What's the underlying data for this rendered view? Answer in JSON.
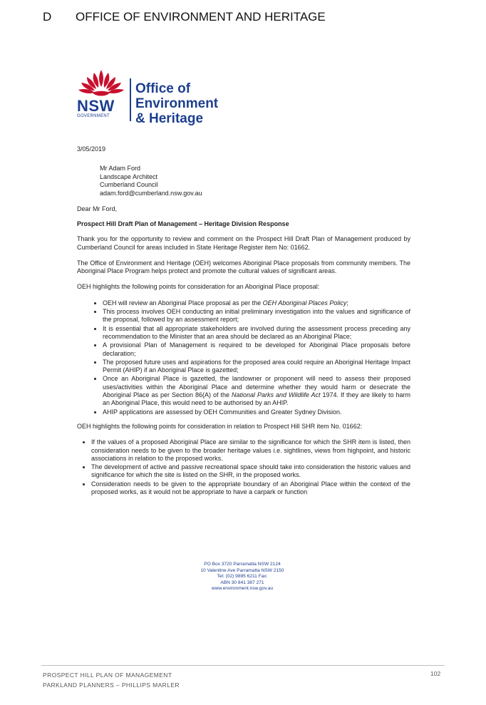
{
  "header": {
    "section_letter": "D",
    "section_title": "OFFICE OF ENVIRONMENT AND HERITAGE"
  },
  "logo": {
    "nsw": "NSW",
    "government": "GOVERNMENT",
    "line1": "Office of",
    "line2": "Environment",
    "line3": "& Heritage",
    "brand_colors": {
      "waratah": "#c8102e",
      "navy": "#1d3f8f"
    }
  },
  "letter": {
    "date": "3/05/2019",
    "recipient": [
      "Mr Adam Ford",
      "Landscape Architect",
      "Cumberland Council",
      "adam.ford@cumberland.nsw.gov.au"
    ],
    "salutation": "Dear Mr Ford,",
    "subject": "Prospect Hill Draft Plan of Management – Heritage Division Response",
    "para1": "Thank you for the opportunity to review and comment on the Prospect Hill Draft Plan of Management produced by Cumberland Council for areas included in State Heritage Register item No: 01662.",
    "para2": "The Office of Environment and Heritage (OEH) welcomes Aboriginal Place proposals from community members. The Aboriginal Place Program helps protect and promote the cultural values of significant areas.",
    "para3": "OEH highlights the following points for consideration for an Aboriginal Place proposal:",
    "bullet1_pre": "OEH will review an Aboriginal Place proposal as per the ",
    "bullet1_em": "OEH Aboriginal Places Policy",
    "bullet1_post": ";",
    "bullet2": "This process involves OEH conducting an initial preliminary investigation into the values and significance of the proposal, followed by an assessment report;",
    "bullet3": "It is essential that all appropriate stakeholders are involved during the assessment process preceding any recommendation to the Minister that an area should be declared as an Aboriginal Place;",
    "bullet4": "A provisional Plan of Management is required to be developed for Aboriginal Place proposals before declaration;",
    "bullet5": "The proposed future uses and aspirations for the proposed area could require an Aboriginal Heritage Impact Permit (AHIP) if an Aboriginal Place is gazetted;",
    "bullet6_pre": "Once an Aboriginal Place is gazetted, the landowner or proponent will need to assess their proposed uses/activities within the Aboriginal Place and determine whether they would harm or desecrate the Aboriginal Place as per Section 86(A) of the ",
    "bullet6_em": "National Parks and Wildlife Act",
    "bullet6_post": " 1974. If they are likely to harm an Aboriginal Place, this would need to be authorised by an AHIP.",
    "bullet7": "AHIP applications are assessed by OEH Communities and Greater Sydney Division.",
    "para4": "OEH highlights the following points for consideration in relation to Prospect Hill SHR item No. 01662:",
    "bullet8": "If the values of a proposed Aboriginal Place are similar to the significance for which the SHR item is listed, then consideration needs to be given to the broader heritage values i.e. sightlines, views from highpoint, and historic associations in relation to the proposed works.",
    "bullet9": "The development of active and passive recreational space should take into consideration the historic values and significance for which the site is listed on the SHR, in the proposed works.",
    "bullet10": "Consideration needs to be given to the appropriate boundary of an Aboriginal Place within the context of the proposed works, as it would not be appropriate to have a carpark or function"
  },
  "contact": [
    "PO Box 3720  Parramatta  NSW  2124",
    "10 Valentine Ave  Parramatta  NSW  2150",
    "Tel: (02) 9895 6211     Fax:",
    "ABN 30 841 387 271",
    "www.environment.nsw.gov.au"
  ],
  "footer": {
    "line1": "PROSPECT HILL PLAN OF MANAGEMENT",
    "line2": "PARKLAND PLANNERS – PHILLIPS MARLER",
    "page_number": "102"
  }
}
